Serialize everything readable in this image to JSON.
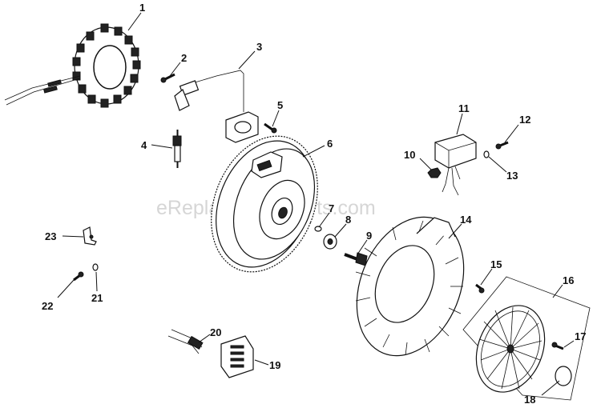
{
  "watermark": "eReplacementParts.com",
  "callouts": [
    {
      "id": "1",
      "text": "1"
    },
    {
      "id": "2",
      "text": "2"
    },
    {
      "id": "3",
      "text": "3"
    },
    {
      "id": "4",
      "text": "4"
    },
    {
      "id": "5",
      "text": "5"
    },
    {
      "id": "6",
      "text": "6"
    },
    {
      "id": "7",
      "text": "7"
    },
    {
      "id": "8",
      "text": "8"
    },
    {
      "id": "9",
      "text": "9"
    },
    {
      "id": "10",
      "text": "10"
    },
    {
      "id": "11",
      "text": "11"
    },
    {
      "id": "12",
      "text": "12"
    },
    {
      "id": "13",
      "text": "13"
    },
    {
      "id": "14",
      "text": "14"
    },
    {
      "id": "15",
      "text": "15"
    },
    {
      "id": "16",
      "text": "16"
    },
    {
      "id": "17",
      "text": "17"
    },
    {
      "id": "18",
      "text": "18"
    },
    {
      "id": "19",
      "text": "19"
    },
    {
      "id": "20",
      "text": "20"
    },
    {
      "id": "21",
      "text": "21"
    },
    {
      "id": "22",
      "text": "22"
    },
    {
      "id": "23",
      "text": "23"
    }
  ]
}
